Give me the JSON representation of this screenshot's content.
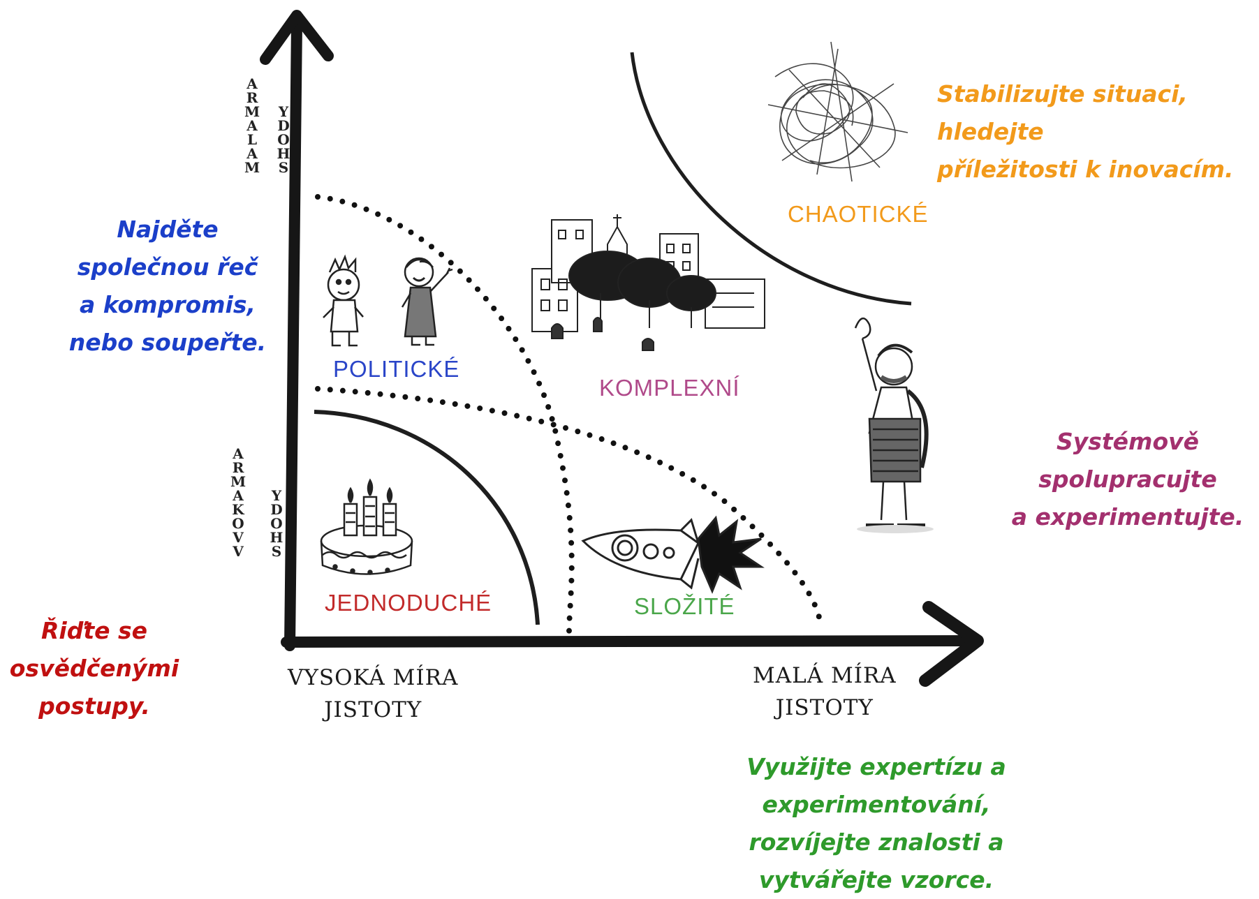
{
  "colors": {
    "axis": "#161616",
    "blue": "#1b3fc9",
    "red": "#c01010",
    "orange": "#f29a1b",
    "purple": "#a3306e",
    "green": "#2e9a2b",
    "zone_red": "#c22a2a",
    "zone_blue": "#2a45c8",
    "zone_pink": "#b04a8a",
    "zone_green": "#4aa64a"
  },
  "y_axis": {
    "upper_left": "ARMALAM",
    "upper_right": "YDOHS",
    "lower_left": "ARMAKOVV",
    "lower_right": "YDOHS"
  },
  "x_axis": {
    "left": [
      "VYSOKÁ MÍRA",
      "JISTOTY"
    ],
    "right": [
      "MALÁ MÍRA",
      "JISTOTY"
    ]
  },
  "zones": {
    "simple": "JEDNODUCHÉ",
    "political": "POLITICKÉ",
    "complex": "KOMPLEXNÍ",
    "complicated": "SLOŽITÉ",
    "chaotic": "CHAOTICKÉ"
  },
  "advice": {
    "political": [
      "Najděte",
      "společnou řeč",
      "a kompromis,",
      "nebo soupeřte."
    ],
    "simple": [
      "Řiďte se",
      "osvědčenými",
      "postupy."
    ],
    "chaotic": [
      "Stabilizujte situaci,",
      "hledejte",
      "příležitosti k inovacím."
    ],
    "complex": [
      "Systémově",
      "spolupracujte",
      "a experimentujte."
    ],
    "complicated": [
      "Využijte expertízu a",
      "experimentování,",
      "rozvíjejte znalosti a",
      "vytvářejte vzorce."
    ]
  },
  "icons": {
    "cake": "birthday-cake-icon",
    "kids": "arguing-children-icon",
    "town": "town-square-icon",
    "rocket": "rocket-icon",
    "scribble": "chaos-scribble-icon",
    "person": "waving-person-icon"
  }
}
